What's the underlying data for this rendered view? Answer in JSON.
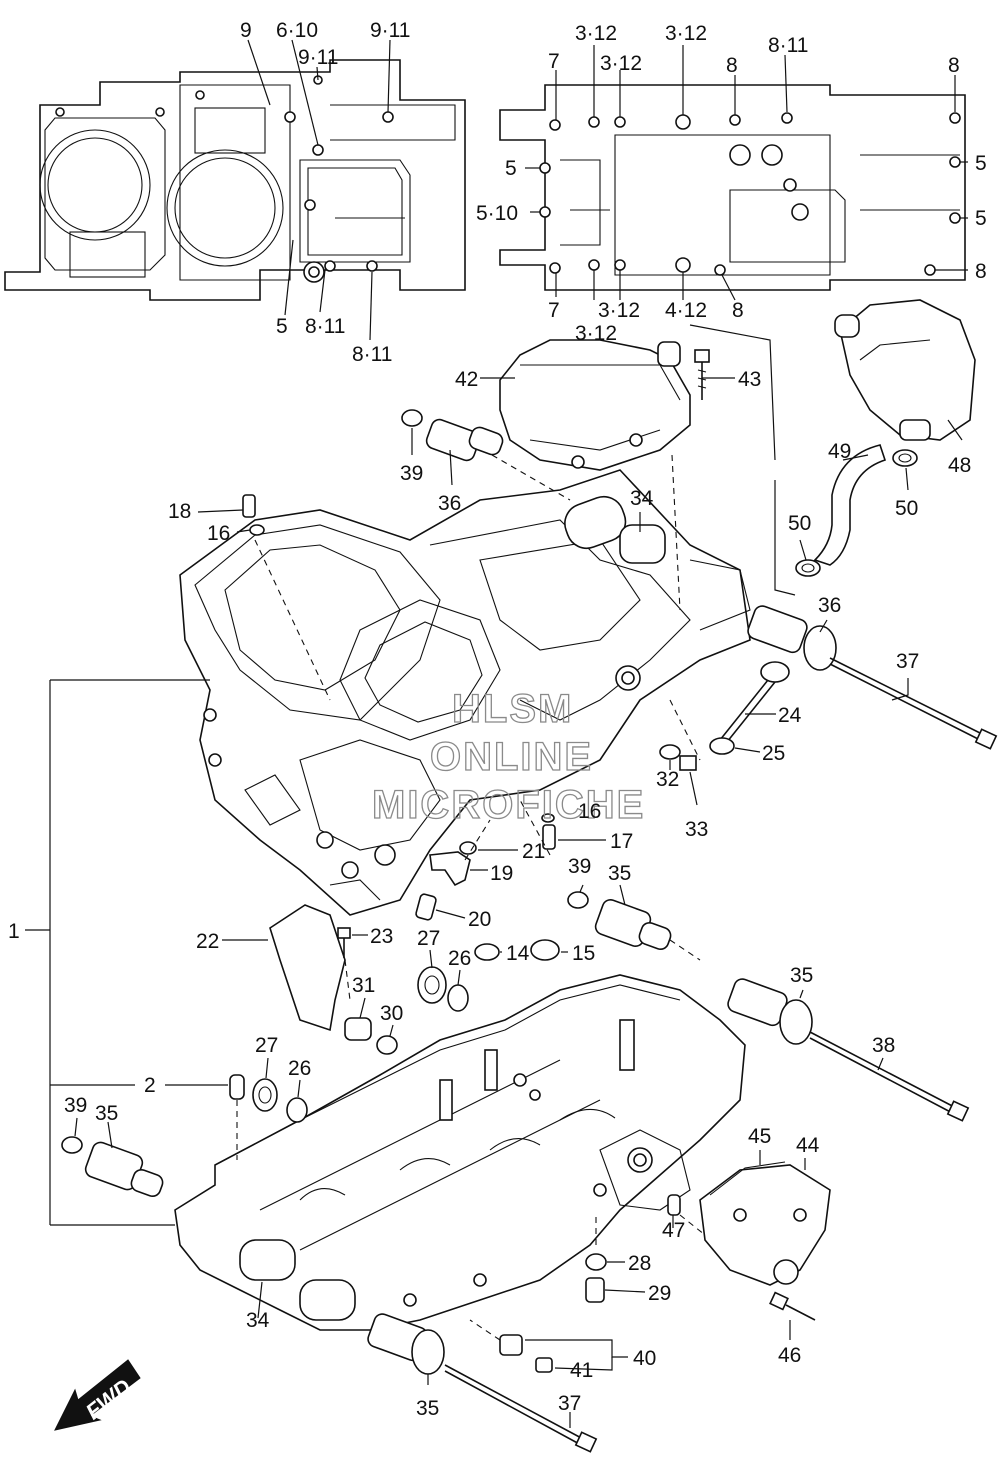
{
  "callouts": {
    "c9": "9",
    "c6_10": "6·10",
    "c9_11a": "9·11",
    "c9_11b": "9·11",
    "c5_top": "5",
    "c8_11a": "8·11",
    "c8_11b": "8·11",
    "c3_12a": "3·12",
    "c3_12b": "3·12",
    "c3_12c": "3·12",
    "c3_12d": "3·12",
    "c3_12e": "3·12",
    "c7a": "7",
    "c7b": "7",
    "c8a": "8",
    "c8b": "8",
    "c8c": "8",
    "c8d": "8",
    "c8_11c": "8·11",
    "c5a": "5",
    "c5_10": "5·10",
    "c5b": "5",
    "c5c": "5",
    "c4_12": "4·12",
    "c42": "42",
    "c43": "43",
    "c39a": "39",
    "c36a": "36",
    "c34a": "34",
    "c48": "48",
    "c49": "49",
    "c50a": "50",
    "c50b": "50",
    "c18": "18",
    "c16a": "16",
    "c36b": "36",
    "c37a": "37",
    "c24": "24",
    "c25": "25",
    "c32": "32",
    "c33": "33",
    "c16b": "16",
    "c17": "17",
    "c21": "21",
    "c19": "19",
    "c39b": "39",
    "c35a": "35",
    "c20": "20",
    "c1": "1",
    "c22": "22",
    "c23": "23",
    "c27a": "27",
    "c26a": "26",
    "c14": "14",
    "c15": "15",
    "c35b": "35",
    "c31": "31",
    "c30": "30",
    "c38": "38",
    "c27b": "27",
    "c26b": "26",
    "c2": "2",
    "c39c": "39",
    "c35c": "35",
    "c45": "45",
    "c44": "44",
    "c47": "47",
    "c28": "28",
    "c29": "29",
    "c34b": "34",
    "c40": "40",
    "c41": "41",
    "c46": "46",
    "c35d": "35",
    "c37b": "37"
  },
  "watermark": [
    "HLSM",
    "ONLINE",
    "MICROFICHE"
  ],
  "fwd_label": "FWD"
}
